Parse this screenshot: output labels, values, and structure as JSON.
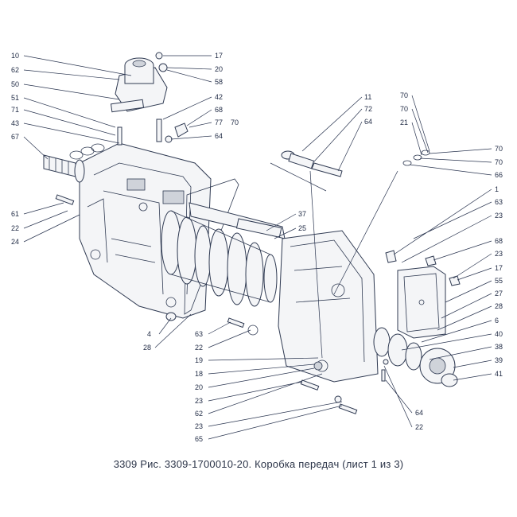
{
  "caption": "3309 Рис. 3309-1700010-20. Коробка передач (лист 1 из 3)",
  "watermark": "",
  "callouts": {
    "left": [
      "10",
      "62",
      "50",
      "51",
      "71",
      "43",
      "67",
      "61",
      "22",
      "24",
      "4",
      "28"
    ],
    "top_center": [
      "17",
      "20",
      "58",
      "42",
      "68",
      "77",
      "70",
      "64"
    ],
    "shift": [
      "11",
      "72",
      "64"
    ],
    "right_top": [
      "70",
      "70",
      "21",
      "70",
      "70",
      "66"
    ],
    "right": [
      "1",
      "63",
      "23",
      "68",
      "23",
      "17",
      "55",
      "27",
      "28",
      "6",
      "40",
      "38",
      "39",
      "41"
    ],
    "center": [
      "37",
      "25",
      "63",
      "22",
      "19",
      "18",
      "20",
      "23",
      "62",
      "23",
      "65"
    ],
    "bottom_right": [
      "64",
      "22"
    ]
  }
}
